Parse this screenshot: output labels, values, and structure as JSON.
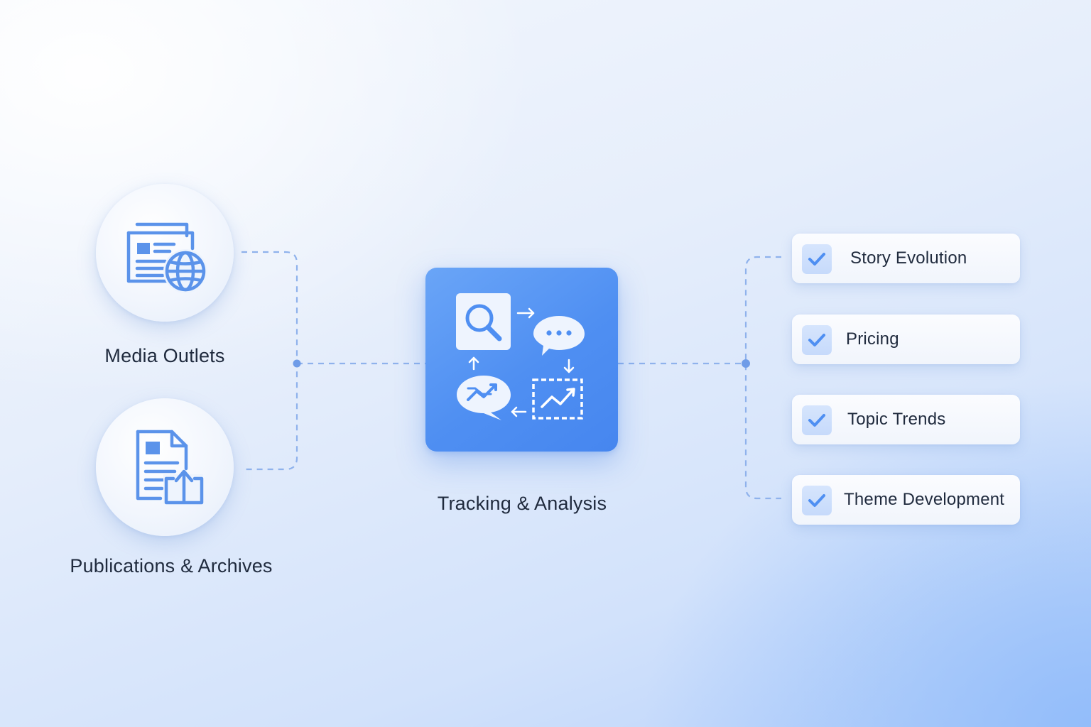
{
  "sources": [
    {
      "label": "Media Outlets",
      "icon": "newspaper-globe-icon"
    },
    {
      "label": "Publications & Archives",
      "icon": "document-upload-icon"
    }
  ],
  "hub": {
    "label": "Tracking & Analysis",
    "icons": [
      "search-icon",
      "chat-bubble-icon",
      "trend-chart-icon",
      "trend-chat-icon"
    ]
  },
  "outputs": [
    {
      "label": "Story Evolution",
      "icon": "check-icon"
    },
    {
      "label": "Pricing",
      "icon": "check-icon"
    },
    {
      "label": "Topic Trends",
      "icon": "check-icon"
    },
    {
      "label": "Theme Development",
      "icon": "check-icon"
    }
  ],
  "colors": {
    "accent": "#4f8ff2",
    "connector": "#8fb2ec",
    "icon": "#5b93ea",
    "text": "#1f2a3d"
  }
}
